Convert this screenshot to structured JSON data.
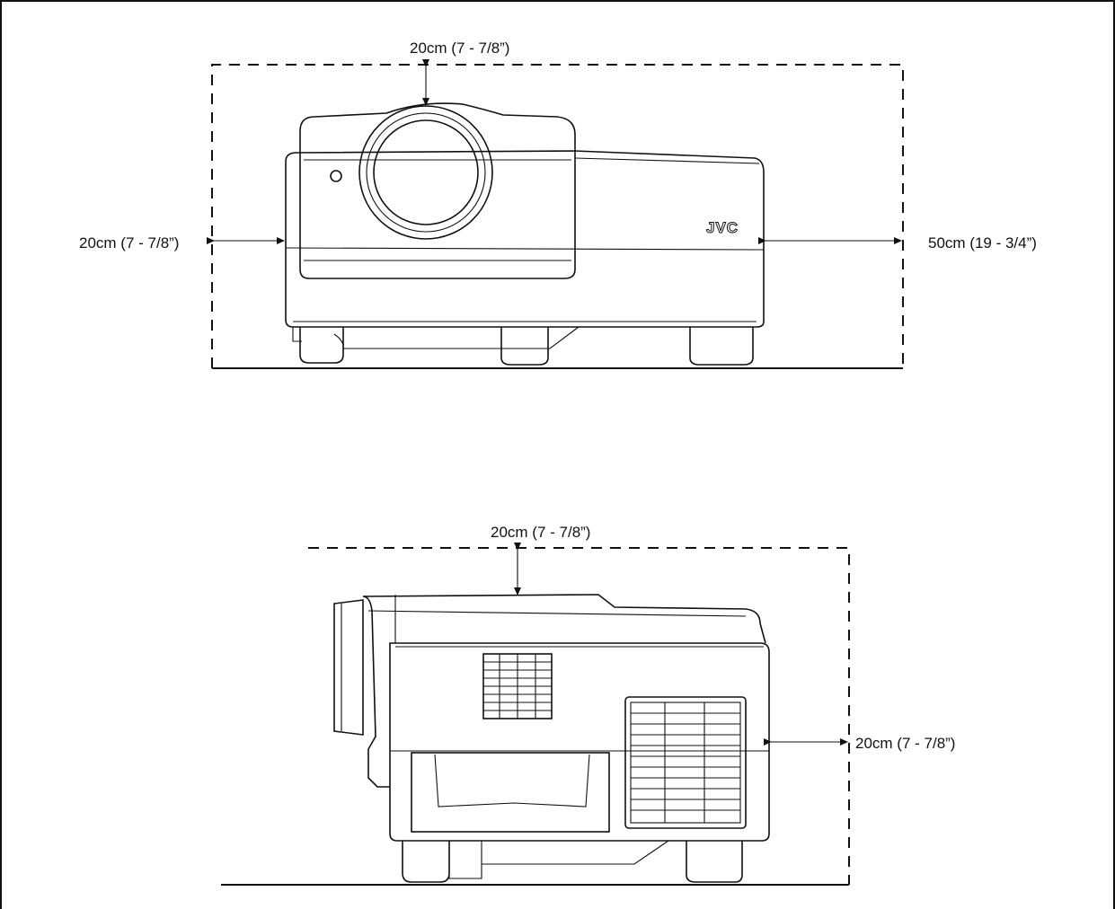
{
  "front_view": {
    "top_clearance": "20cm (7 - 7/8”)",
    "left_clearance": "20cm (7 - 7/8”)",
    "right_clearance": "50cm (19 - 3/4”)",
    "brand": "JVC"
  },
  "side_view": {
    "top_clearance": "20cm (7 - 7/8”)",
    "rear_clearance": "20cm (7 - 7/8”)"
  }
}
